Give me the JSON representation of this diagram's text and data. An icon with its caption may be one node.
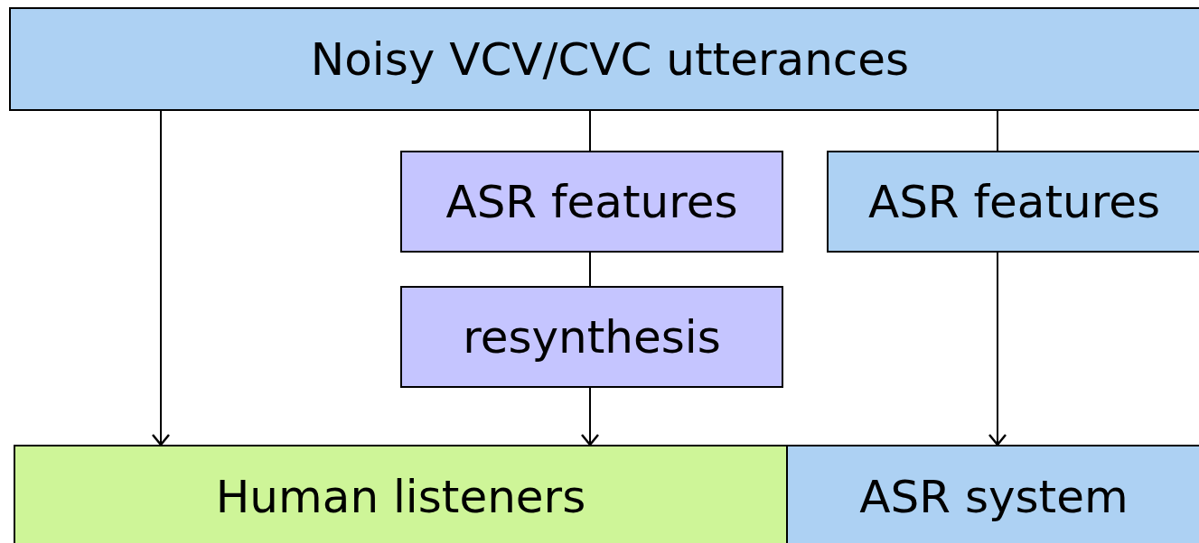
{
  "diagram": {
    "nodes": [
      {
        "text": [
          "Noisy VCV/CVC utterances"
        ]
      },
      {
        "text": [
          "ASR features"
        ]
      },
      {
        "text": [
          "resynthesis"
        ]
      },
      {
        "text": [
          "ASR features"
        ]
      },
      {
        "text": [
          "Human listeners"
        ]
      },
      {
        "text": [
          "ASR system"
        ]
      }
    ],
    "edges": [
      {
        "from": 0,
        "to": 4,
        "arrow": "to"
      },
      {
        "from": 0,
        "to": 1,
        "arrow": "none"
      },
      {
        "from": 1,
        "to": 2,
        "arrow": "none"
      },
      {
        "from": 2,
        "to": 4,
        "arrow": "to"
      },
      {
        "from": 0,
        "to": 3,
        "arrow": "none"
      },
      {
        "from": 3,
        "to": 5,
        "arrow": "to"
      }
    ]
  }
}
